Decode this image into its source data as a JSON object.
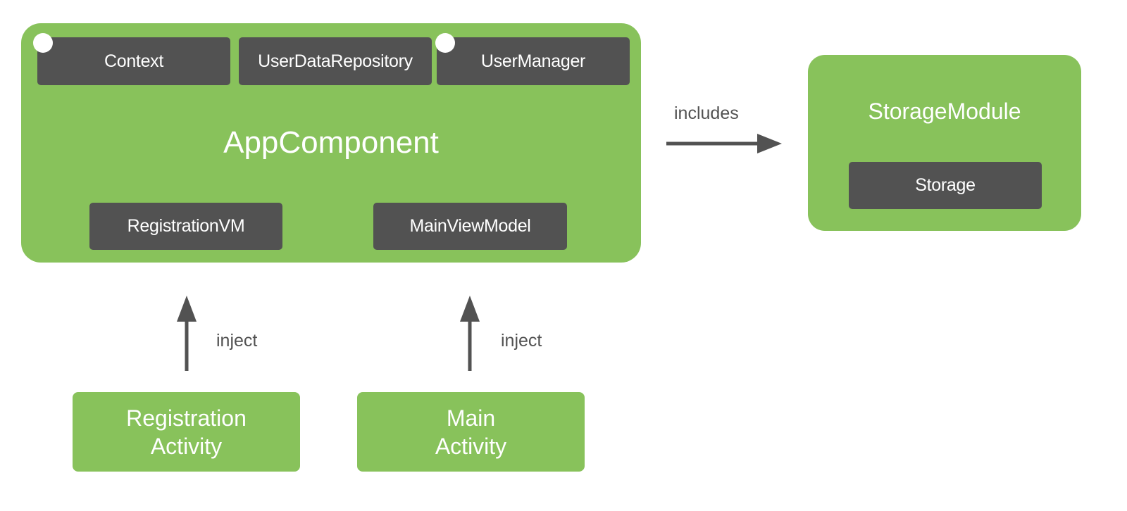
{
  "app_component": {
    "title": "AppComponent",
    "top_items": [
      "Context",
      "UserDataRepository",
      "UserManager"
    ],
    "bottom_items": [
      "RegistrationVM",
      "MainViewModel"
    ]
  },
  "storage_module": {
    "title": "StorageModule",
    "items": [
      "Storage"
    ]
  },
  "edges": {
    "includes": "includes",
    "inject_registration": "inject",
    "inject_main": "inject"
  },
  "activities": [
    {
      "line1": "Registration",
      "line2": "Activity"
    },
    {
      "line1": "Main",
      "line2": "Activity"
    }
  ],
  "colors": {
    "component": "#88c25b",
    "binding": "#525252",
    "arrow": "#525252"
  }
}
